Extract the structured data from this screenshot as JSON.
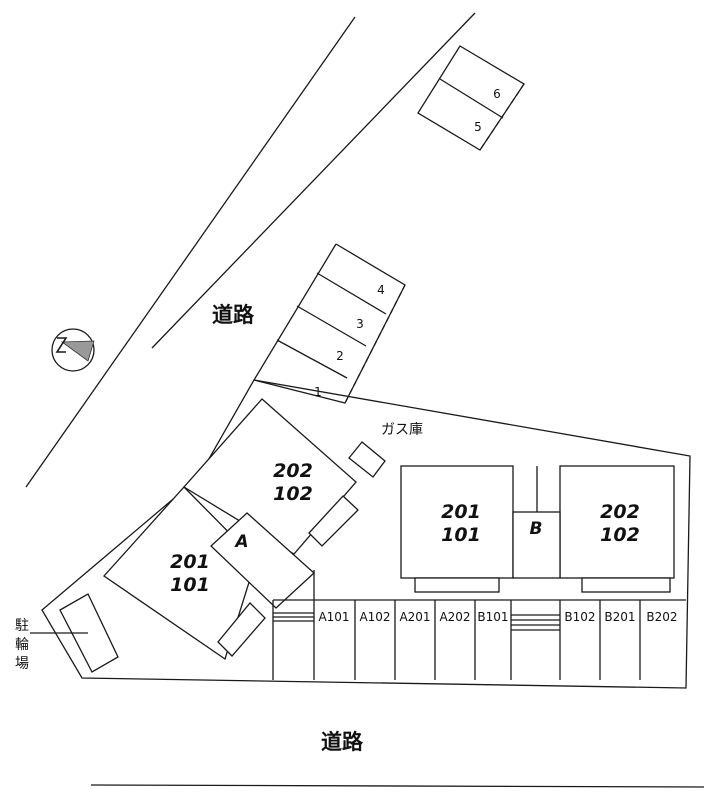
{
  "roads": {
    "upper": "道路",
    "lower": "道路"
  },
  "parking_numbers": [
    "1",
    "2",
    "3",
    "4",
    "5",
    "6"
  ],
  "gas_storage_label": "ガス庫",
  "bicycle_parking_label": [
    "駐",
    "輪",
    "場"
  ],
  "building_a": {
    "name": "A",
    "upper_block": [
      "202",
      "102"
    ],
    "lower_block": [
      "201",
      "101"
    ]
  },
  "building_b": {
    "name": "B",
    "left_block": [
      "201",
      "101"
    ],
    "right_block": [
      "202",
      "102"
    ]
  },
  "mailboxes": [
    "A101",
    "A102",
    "A201",
    "A202",
    "B101",
    "B102",
    "B201",
    "B202"
  ],
  "compass_icon": "north-arrow-icon"
}
